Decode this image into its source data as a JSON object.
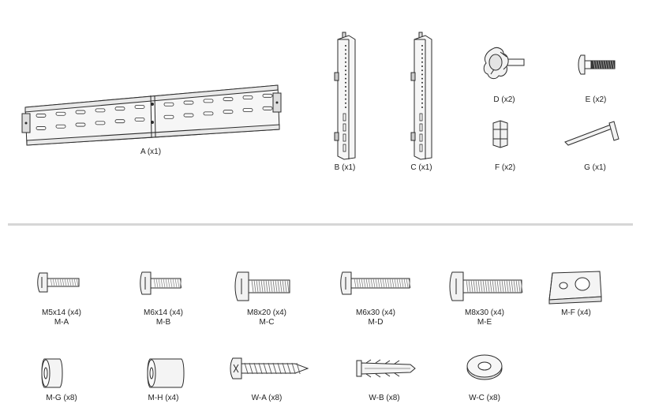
{
  "parts_top": [
    {
      "id": "A",
      "label": "A (x1)",
      "icon": "long-rail-bracket"
    },
    {
      "id": "B",
      "label": "B (x1)",
      "icon": "vertical-bracket"
    },
    {
      "id": "C",
      "label": "C (x1)",
      "icon": "vertical-bracket"
    },
    {
      "id": "D",
      "label": "D (x2)",
      "icon": "knob-screw"
    },
    {
      "id": "E",
      "label": "E (x2)",
      "icon": "bolt"
    },
    {
      "id": "F",
      "label": "F (x2)",
      "icon": "hex-nut"
    },
    {
      "id": "G",
      "label": "G (x1)",
      "icon": "allen-key"
    }
  ],
  "parts_bottom": [
    {
      "label": "M5x14 (x4)",
      "code": "M-A",
      "icon": "screw"
    },
    {
      "label": "M6x14 (x4)",
      "code": "M-B",
      "icon": "screw"
    },
    {
      "label": "M8x20 (x4)",
      "code": "M-C",
      "icon": "screw"
    },
    {
      "label": "M6x30 (x4)",
      "code": "M-D",
      "icon": "screw"
    },
    {
      "label": "M8x30 (x4)",
      "code": "M-E",
      "icon": "screw"
    },
    {
      "label": "M-F (x4)",
      "code": "",
      "icon": "spacer-plate"
    },
    {
      "label": "M-G (x8)",
      "code": "",
      "icon": "short-spacer"
    },
    {
      "label": "M-H (x4)",
      "code": "",
      "icon": "long-spacer"
    },
    {
      "label": "W-A (x8)",
      "code": "",
      "icon": "wood-screw"
    },
    {
      "label": "W-B (x8)",
      "code": "",
      "icon": "wall-anchor"
    },
    {
      "label": "W-C (x8)",
      "code": "",
      "icon": "washer"
    }
  ],
  "colors": {
    "line": "#2b2b2b",
    "fill": "#f4f4f4",
    "divider": "#d6d6d6"
  }
}
